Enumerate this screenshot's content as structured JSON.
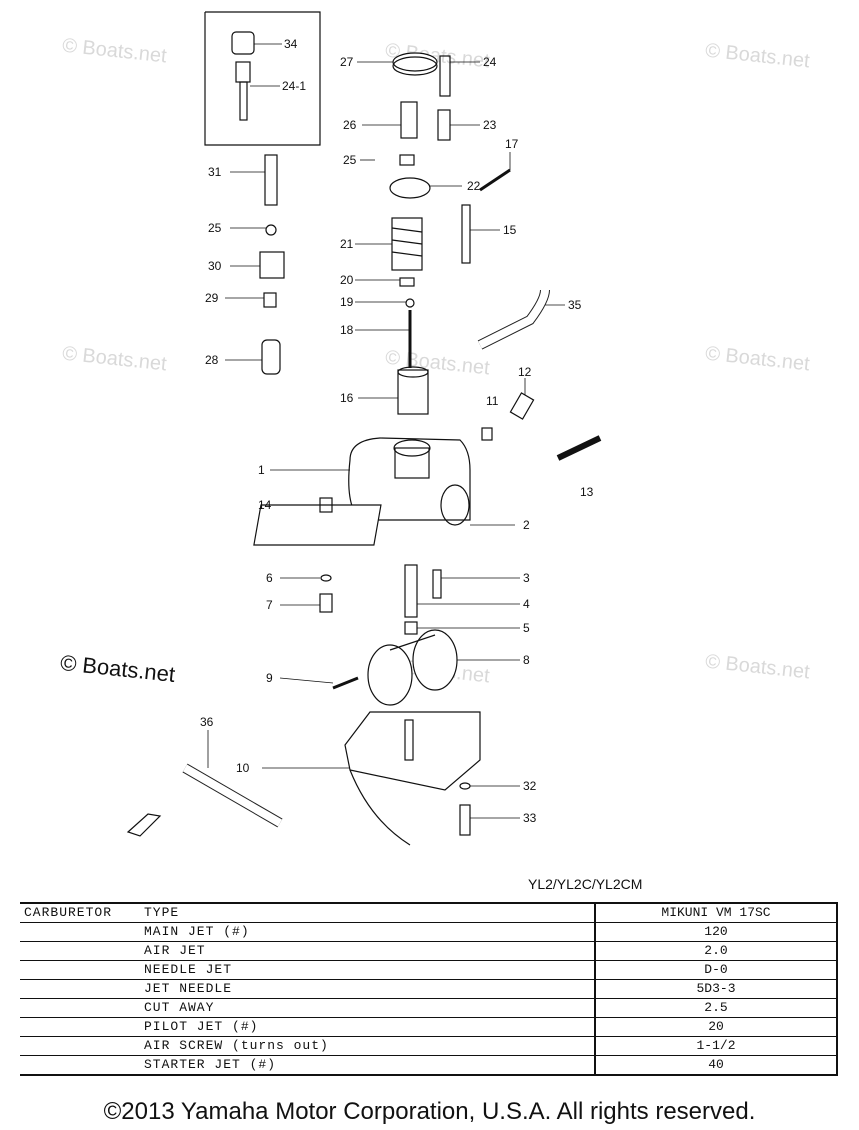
{
  "watermark": "© Boats.net",
  "callouts": [
    "34",
    "24-1",
    "27",
    "24",
    "26",
    "23",
    "25",
    "17",
    "31",
    "22",
    "25",
    "15",
    "21",
    "30",
    "20",
    "35",
    "29",
    "19",
    "18",
    "28",
    "16",
    "12",
    "11",
    "1",
    "13",
    "14",
    "2",
    "6",
    "3",
    "7",
    "4",
    "5",
    "8",
    "9",
    "36",
    "10",
    "32",
    "33"
  ],
  "model": "YL2/YL2C/YL2CM",
  "spec_table": {
    "category": "CARBURETOR",
    "rows": [
      {
        "label": "TYPE",
        "value": "MIKUNI VM 17SC"
      },
      {
        "label": "MAIN JET (#)",
        "value": "120"
      },
      {
        "label": "AIR JET",
        "value": "2.0"
      },
      {
        "label": "NEEDLE JET",
        "value": "D-0"
      },
      {
        "label": "JET NEEDLE",
        "value": "5D3-3"
      },
      {
        "label": "CUT AWAY",
        "value": "2.5"
      },
      {
        "label": "PILOT JET (#)",
        "value": "20"
      },
      {
        "label": "AIR SCREW (turns out)",
        "value": "1-1/2"
      },
      {
        "label": "STARTER JET (#)",
        "value": "40"
      }
    ]
  },
  "copyright": "©2013 Yamaha Motor Corporation, U.S.A. All rights reserved."
}
